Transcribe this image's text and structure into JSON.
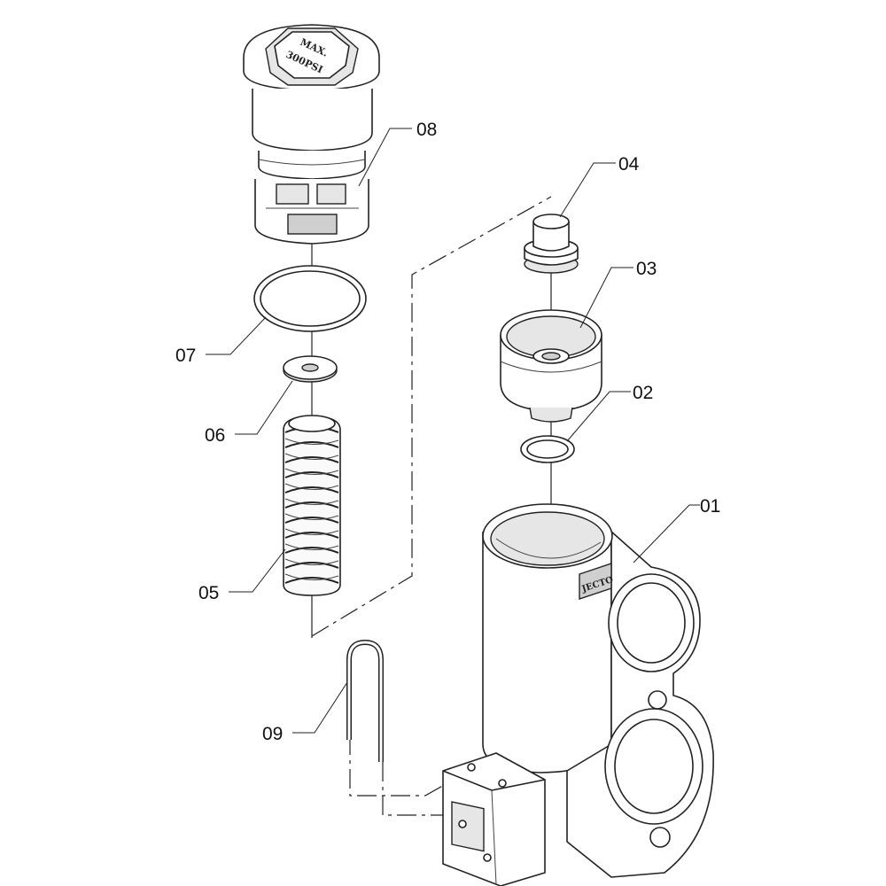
{
  "callouts": {
    "p01": "01",
    "p02": "02",
    "p03": "03",
    "p04": "04",
    "p05": "05",
    "p06": "06",
    "p07": "07",
    "p08": "08",
    "p09": "09"
  },
  "cap_marking": {
    "line1": "MAX.",
    "line2": "300PSI"
  },
  "body_marking": "JECTO"
}
